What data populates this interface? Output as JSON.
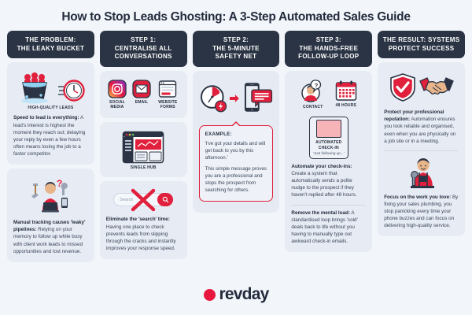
{
  "title": "How to Stop Leads Ghosting: A 3-Step Automated Sales Guide",
  "columns": [
    {
      "header": "THE PROBLEM:\nTHE LEAKY BUCKET",
      "header_line1": "THE PROBLEM:",
      "header_line2": "THE LEAKY BUCKET",
      "art_captions": [
        "HIGH-QUALITY LEADS"
      ],
      "blocks": [
        {
          "lead": "Speed to lead is everything:",
          "text": " A lead's interest is highest the moment they reach out; delaying your reply by even a few hours often means losing the job to a faster competitor."
        },
        {
          "lead": "Manual tracking causes 'leaky' pipelines:",
          "text": " Relying on your memory to follow up while busy with client work leads to missed opportunities and lost revenue."
        }
      ]
    },
    {
      "header_line1": "STEP 1:",
      "header_line2": "CENTRALISE ALL",
      "header_line3": "CONVERSATIONS",
      "art_captions": [
        "SOCIAL MEDIA",
        "EMAIL",
        "WEBSITE FORMS",
        "SINGLE HUB"
      ],
      "search_placeholder": "Search",
      "blocks": [
        {
          "lead": "Eliminate the 'search' time:",
          "text": " Having one place to check prevents leads from slipping through the cracks and instantly improves your response speed."
        }
      ]
    },
    {
      "header_line1": "STEP 2:",
      "header_line2": "THE 5-MINUTE",
      "header_line3": "SAFETY NET",
      "example": {
        "title": "EXAMPLE:",
        "quote": "'I've got your details and will get back to you by this afternoon.'",
        "note": "This simple message proves you are a professional and stops the prospect from searching for others."
      }
    },
    {
      "header_line1": "STEP 3:",
      "header_line2": "THE HANDS-FREE",
      "header_line3": "FOLLOW-UP LOOP",
      "art_captions": [
        "CONTACT",
        "48 HOURS"
      ],
      "badge": {
        "line1": "AUTOMATED",
        "line2": "CHECK-IN",
        "sub": "'Just following up...'"
      },
      "blocks": [
        {
          "lead": "Automate your check-ins:",
          "text": " Create a system that automatically sends a polite nudge to the prospect if they haven't replied after 48 hours."
        },
        {
          "lead": "Remove the mental load:",
          "text": " A standardised loop brings 'cold' deals back to life without you having to manually type out awkward check-in emails."
        }
      ]
    },
    {
      "header_line1": "THE RESULT: SYSTEMS",
      "header_line2": "PROTECT SUCCESS",
      "blocks": [
        {
          "lead": "Protect your professional reputation:",
          "text": " Automation ensures you look reliable and organised, even when you are physically on a job site or in a meeting."
        },
        {
          "lead": "Focus on the work you love:",
          "text": " By fixing your sales plumbing, you stop panicking every time your phone buzzes and can focus on delivering high-quality service."
        }
      ]
    }
  ],
  "footer": {
    "brand": "revday"
  },
  "colors": {
    "accent_red": "#e8173d",
    "dark": "#2b3444",
    "card": "#e7ecf4",
    "page_bg": "#f2f5fa"
  }
}
